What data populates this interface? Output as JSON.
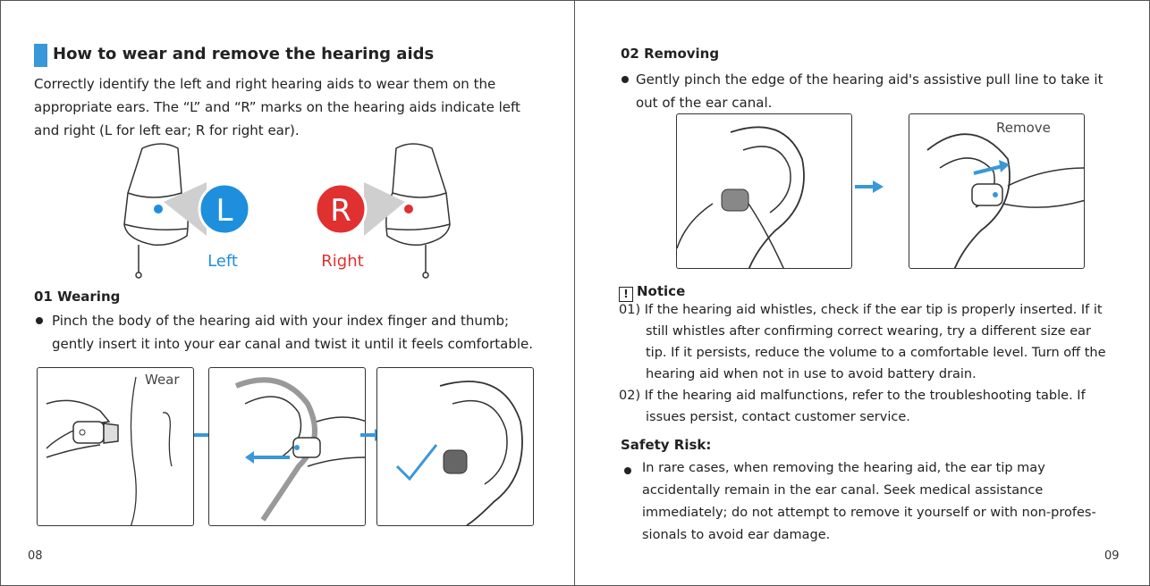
{
  "left_page": {
    "title": "How to wear and remove the hearing aids",
    "intro_lines": [
      "Correctly identify the left and right hearing aids to wear them on the",
      "appropriate ears. The “L” and “R” marks on the hearing aids indicate left",
      "and right (L for left ear; R for right ear)."
    ],
    "diagram": {
      "left_badge": "L",
      "right_badge": "R",
      "left_label": "Left",
      "right_label": "Right",
      "left_color": "#1e8fdc",
      "right_color": "#e03030"
    },
    "wearing_heading": "01 Wearing",
    "wearing_lines": [
      "Pinch the body of the hearing aid with your index finger and thumb;",
      "gently insert it into your ear canal and twist it until it feels comfortable."
    ],
    "wear_label": "Wear",
    "page_number": "08"
  },
  "right_page": {
    "removing_heading": "02 Removing",
    "removing_lines": [
      "Gently pinch the edge of the hearing aid's assistive pull line to take it",
      "out of the ear canal."
    ],
    "remove_label": "Remove",
    "notice_icon": "!",
    "notice_heading": "Notice",
    "notice_lines": [
      "01) If the hearing aid whistles, check if the ear tip is properly inserted. If it",
      "still whistles after confirming correct wearing, try a different size ear",
      "tip. If it persists, reduce the volume to a comfortable level. Turn off the",
      "hearing aid when not in use to avoid battery drain.",
      "02) If the hearing aid malfunctions, refer to the troubleshooting table. If",
      "issues persist, contact customer service."
    ],
    "safety_heading": "Safety Risk:",
    "safety_lines": [
      "In rare cases, when removing the hearing aid, the ear tip may",
      "accidentally remain in the ear canal. Seek medical assistance",
      "immediately; do not attempt to remove it yourself or with non-profes-",
      "sionals to avoid ear damage."
    ],
    "page_number": "09",
    "accent_color": "#3a97d8"
  }
}
